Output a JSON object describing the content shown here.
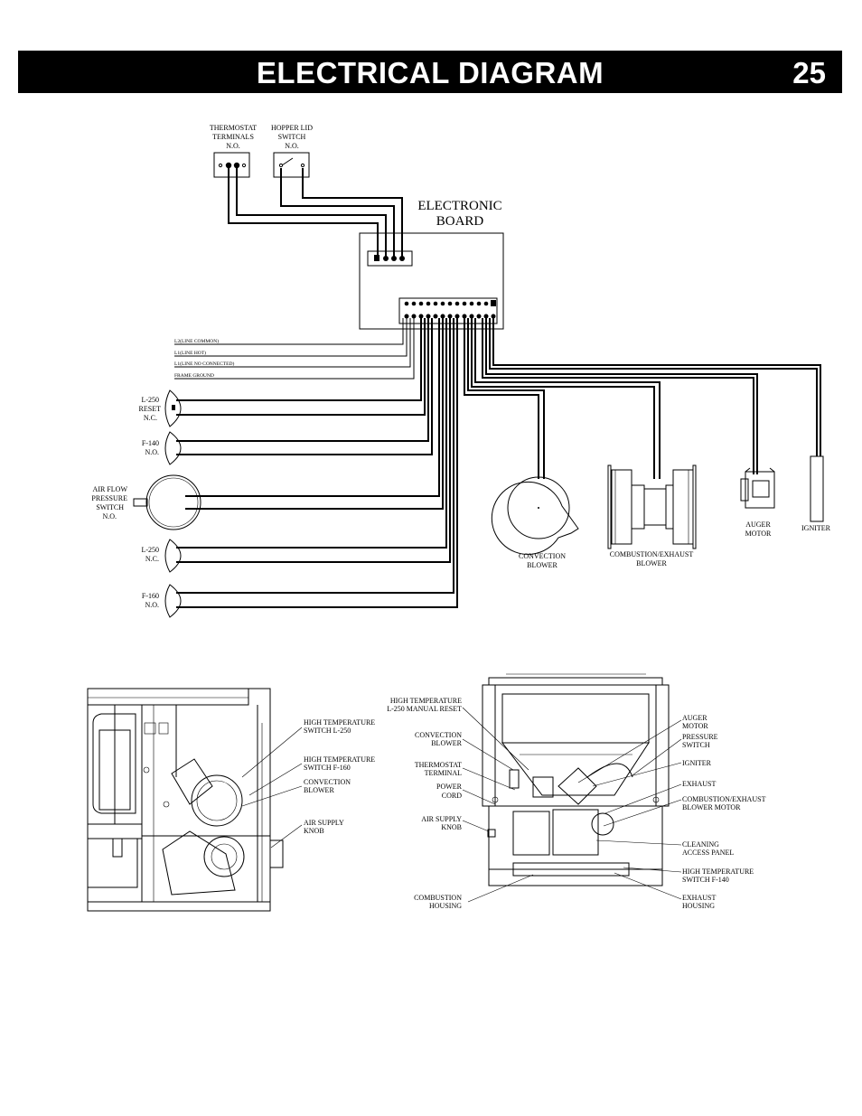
{
  "header": {
    "title": "ELECTRICAL DIAGRAM",
    "page_number": "25"
  },
  "diagram": {
    "thermostat": [
      "THERMOSTAT",
      "TERMINALS",
      "N.O."
    ],
    "hopper": [
      "HOPPER LID",
      "SWITCH",
      "N.O."
    ],
    "board": [
      "ELECTRONIC",
      "BOARD"
    ],
    "lines": [
      "L2(LINE COMMON)",
      "L1(LINE HOT)",
      "L1(LINE NO CONNECTED)",
      "FRAME GROUND"
    ],
    "l250_reset": [
      "L-250",
      "RESET",
      "N.C."
    ],
    "f140": [
      "F-140",
      "N.O."
    ],
    "airflow": [
      "AIR FLOW",
      "PRESSURE",
      "SWITCH",
      "N.O."
    ],
    "l250": [
      "L-250",
      "N.C."
    ],
    "f160": [
      "F-160",
      "N.O."
    ],
    "convection": [
      "CONVECTION",
      "BLOWER"
    ],
    "combustion": [
      "COMBUSTION/EXHAUST",
      "BLOWER"
    ],
    "auger": [
      "AUGER",
      "MOTOR"
    ],
    "igniter": "IGNITER"
  },
  "side_view": {
    "labels": [
      [
        "HIGH TEMPERATURE",
        "SWITCH L-250"
      ],
      [
        "HIGH TEMPERATURE",
        "SWITCH F-160"
      ],
      [
        "CONVECTION",
        "BLOWER"
      ],
      [
        "AIR SUPPLY",
        "KNOB"
      ]
    ]
  },
  "back_view": {
    "left_labels": [
      [
        "HIGH TEMPERATURE",
        "L-250 MANUAL RESET"
      ],
      [
        "CONVECTION",
        "BLOWER"
      ],
      [
        "THERMOSTAT",
        "TERMINAL"
      ],
      [
        "POWER",
        "CORD"
      ],
      [
        "AIR SUPPLY",
        "KNOB"
      ],
      [
        "COMBUSTION",
        "HOUSING"
      ]
    ],
    "right_labels": [
      [
        "AUGER",
        "MOTOR"
      ],
      [
        "PRESSURE",
        "SWITCH"
      ],
      [
        "IGNITER"
      ],
      [
        "EXHAUST"
      ],
      [
        "COMBUSTION/EXHAUST",
        "BLOWER MOTOR"
      ],
      [
        "CLEANING",
        "ACCESS PANEL"
      ],
      [
        "HIGH TEMPERATURE",
        "SWITCH F-140"
      ],
      [
        "EXHAUST",
        "HOUSING"
      ]
    ]
  }
}
